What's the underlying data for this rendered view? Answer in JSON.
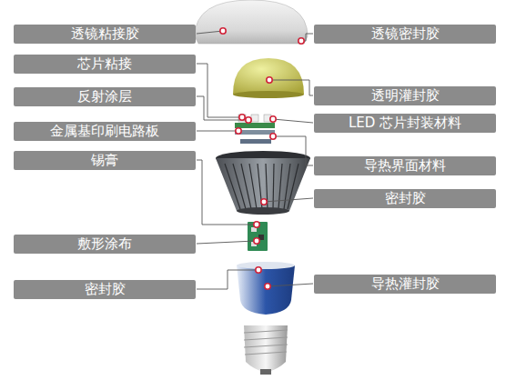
{
  "diagram": {
    "nodes": [
      {
        "text": [
          "透镜粘接胶"
        ]
      },
      {
        "text": [
          "透镜密封胶"
        ]
      },
      {
        "text": [
          "芯片粘接"
        ]
      },
      {
        "text": [
          "反射涂层"
        ]
      },
      {
        "text": [
          "透明灌封胶"
        ]
      },
      {
        "text": [
          "LED 芯片封装材料"
        ]
      },
      {
        "text": [
          "金属基印刷电路板"
        ]
      },
      {
        "text": [
          "锡膏"
        ]
      },
      {
        "text": [
          "导热界面材料"
        ]
      },
      {
        "text": [
          "密封胶"
        ]
      },
      {
        "text": [
          "敷形涂布"
        ]
      },
      {
        "text": [
          "导热灌封胶"
        ]
      },
      {
        "text": [
          "密封胶"
        ]
      }
    ]
  }
}
